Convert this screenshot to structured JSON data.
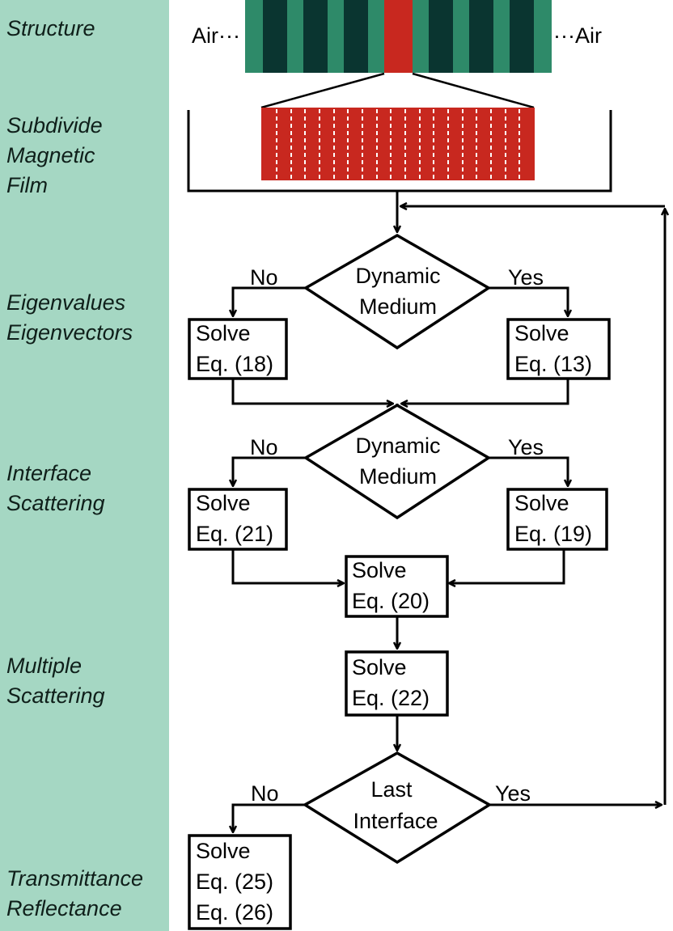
{
  "colors": {
    "stage_bar": "#a5d7c3",
    "layer_dark": "#0a3530",
    "layer_light": "#2e8a69",
    "magnetic_film": "#c8281f"
  },
  "stages": [
    {
      "label": "Structure"
    },
    {
      "label": "Subdivide\nMagnetic\nFilm"
    },
    {
      "label": "Eigenvalues\nEigenvectors"
    },
    {
      "label": "Interface\nScattering"
    },
    {
      "label": "Multiple\nScattering"
    },
    {
      "label": "Transmittance\nReflectance"
    }
  ],
  "structure": {
    "left_medium": "Air···",
    "right_medium": "···Air"
  },
  "decisions": [
    {
      "lines": [
        "Dynamic",
        "Medium"
      ],
      "no": "No",
      "yes": "Yes"
    },
    {
      "lines": [
        "Dynamic",
        "Medium"
      ],
      "no": "No",
      "yes": "Yes"
    },
    {
      "lines": [
        "Last",
        "Interface"
      ],
      "no": "No",
      "yes": "Yes"
    }
  ],
  "process_boxes": [
    {
      "lines": [
        "Solve",
        "Eq. (18)"
      ]
    },
    {
      "lines": [
        "Solve",
        "Eq. (13)"
      ]
    },
    {
      "lines": [
        "Solve",
        "Eq. (21)"
      ]
    },
    {
      "lines": [
        "Solve",
        "Eq. (19)"
      ]
    },
    {
      "lines": [
        "Solve",
        "Eq. (20)"
      ]
    },
    {
      "lines": [
        "Solve",
        "Eq. (22)"
      ]
    },
    {
      "lines": [
        "Solve",
        "Eq. (25)",
        "Eq. (26)"
      ]
    }
  ]
}
